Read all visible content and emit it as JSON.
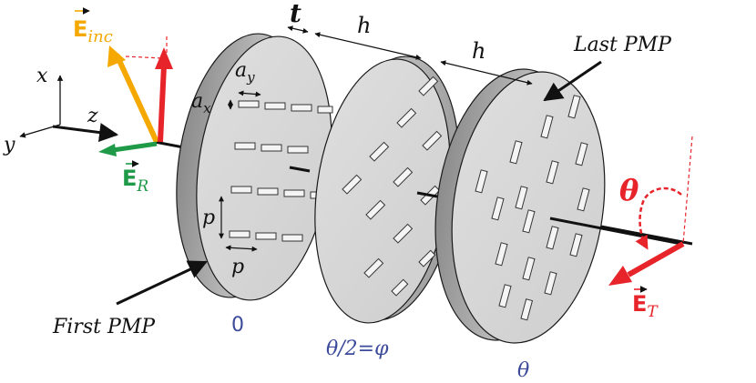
{
  "labels": {
    "t": "t",
    "h1": "h",
    "h2": "h",
    "last_pmp": "Last PMP",
    "first_pmp": "First PMP",
    "ay": "a",
    "ay_sub": "y",
    "ax": "a",
    "ax_sub": "x",
    "p_vertical": "p",
    "p_horizontal": "p",
    "axis_x": "x",
    "axis_y": "y",
    "axis_z": "z",
    "e_inc": "E",
    "e_inc_sub": "inc",
    "e_r": "E",
    "e_r_sub": "R",
    "e_t": "E",
    "e_t_sub": "T",
    "theta": "θ",
    "rot_0": "0",
    "rot_half": "θ/2=φ",
    "rot_full": "θ"
  },
  "colors": {
    "e_inc": "#f5a800",
    "e_r": "#1f9a48",
    "e_t": "#e8242b",
    "rotation_labels": "#3b4a9a",
    "disk_face": "#d8d8d8",
    "disk_rim": "#a9a9a9",
    "outline": "#1a1a1a"
  }
}
